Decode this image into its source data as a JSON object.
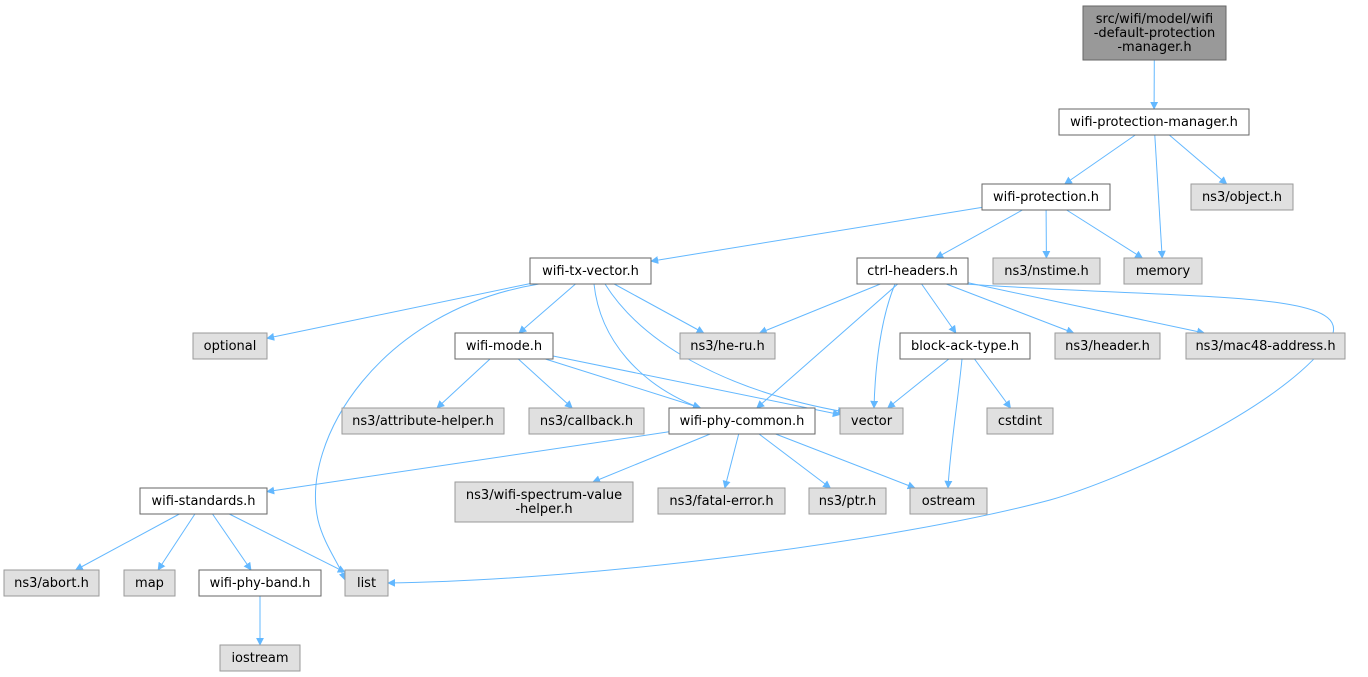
{
  "colors": {
    "root_fill": "#999999",
    "project_fill": "#ffffff",
    "system_fill": "#e0e0e0",
    "system_stroke": "#999999",
    "root_stroke": "#666666",
    "project_stroke": "#666666",
    "edge": "#63b8ff"
  },
  "nodes": [
    {
      "id": "root",
      "kind": "root",
      "lines": [
        "src/wifi/model/wifi",
        "-default-protection",
        "-manager.h"
      ]
    },
    {
      "id": "wpm",
      "kind": "project",
      "lines": [
        "wifi-protection-manager.h"
      ]
    },
    {
      "id": "wp",
      "kind": "project",
      "lines": [
        "wifi-protection.h"
      ]
    },
    {
      "id": "obj",
      "kind": "system",
      "lines": [
        "ns3/object.h"
      ]
    },
    {
      "id": "txv",
      "kind": "project",
      "lines": [
        "wifi-tx-vector.h"
      ]
    },
    {
      "id": "ctrl",
      "kind": "project",
      "lines": [
        "ctrl-headers.h"
      ]
    },
    {
      "id": "nstime",
      "kind": "system",
      "lines": [
        "ns3/nstime.h"
      ]
    },
    {
      "id": "memory",
      "kind": "system",
      "lines": [
        "memory"
      ]
    },
    {
      "id": "optional",
      "kind": "system",
      "lines": [
        "optional"
      ]
    },
    {
      "id": "mode",
      "kind": "project",
      "lines": [
        "wifi-mode.h"
      ]
    },
    {
      "id": "heru",
      "kind": "system",
      "lines": [
        "ns3/he-ru.h"
      ]
    },
    {
      "id": "bat",
      "kind": "project",
      "lines": [
        "block-ack-type.h"
      ]
    },
    {
      "id": "header",
      "kind": "system",
      "lines": [
        "ns3/header.h"
      ]
    },
    {
      "id": "mac48",
      "kind": "system",
      "lines": [
        "ns3/mac48-address.h"
      ]
    },
    {
      "id": "attr",
      "kind": "system",
      "lines": [
        "ns3/attribute-helper.h"
      ]
    },
    {
      "id": "callback",
      "kind": "system",
      "lines": [
        "ns3/callback.h"
      ]
    },
    {
      "id": "phy",
      "kind": "project",
      "lines": [
        "wifi-phy-common.h"
      ]
    },
    {
      "id": "vector",
      "kind": "system",
      "lines": [
        "vector"
      ]
    },
    {
      "id": "cstdint",
      "kind": "system",
      "lines": [
        "cstdint"
      ]
    },
    {
      "id": "std",
      "kind": "project",
      "lines": [
        "wifi-standards.h"
      ]
    },
    {
      "id": "spec",
      "kind": "system",
      "lines": [
        "ns3/wifi-spectrum-value",
        "-helper.h"
      ]
    },
    {
      "id": "fatal",
      "kind": "system",
      "lines": [
        "ns3/fatal-error.h"
      ]
    },
    {
      "id": "ptr",
      "kind": "system",
      "lines": [
        "ns3/ptr.h"
      ]
    },
    {
      "id": "ostream",
      "kind": "system",
      "lines": [
        "ostream"
      ]
    },
    {
      "id": "abort",
      "kind": "system",
      "lines": [
        "ns3/abort.h"
      ]
    },
    {
      "id": "map",
      "kind": "system",
      "lines": [
        "map"
      ]
    },
    {
      "id": "band",
      "kind": "project",
      "lines": [
        "wifi-phy-band.h"
      ]
    },
    {
      "id": "list",
      "kind": "system",
      "lines": [
        "list"
      ]
    },
    {
      "id": "iostream",
      "kind": "system",
      "lines": [
        "iostream"
      ]
    }
  ],
  "edges": [
    [
      "root",
      "wpm"
    ],
    [
      "wpm",
      "wp"
    ],
    [
      "wpm",
      "memory"
    ],
    [
      "wpm",
      "obj"
    ],
    [
      "wp",
      "txv"
    ],
    [
      "wp",
      "ctrl"
    ],
    [
      "wp",
      "nstime"
    ],
    [
      "wp",
      "memory"
    ],
    [
      "txv",
      "optional"
    ],
    [
      "txv",
      "mode"
    ],
    [
      "txv",
      "heru"
    ],
    [
      "txv",
      "phy"
    ],
    [
      "txv",
      "vector"
    ],
    [
      "txv",
      "list"
    ],
    [
      "ctrl",
      "heru"
    ],
    [
      "ctrl",
      "bat"
    ],
    [
      "ctrl",
      "header"
    ],
    [
      "ctrl",
      "mac48"
    ],
    [
      "ctrl",
      "phy"
    ],
    [
      "ctrl",
      "vector"
    ],
    [
      "ctrl",
      "list"
    ],
    [
      "mode",
      "attr"
    ],
    [
      "mode",
      "callback"
    ],
    [
      "mode",
      "phy"
    ],
    [
      "mode",
      "vector"
    ],
    [
      "bat",
      "vector"
    ],
    [
      "bat",
      "cstdint"
    ],
    [
      "bat",
      "ostream"
    ],
    [
      "phy",
      "std"
    ],
    [
      "phy",
      "spec"
    ],
    [
      "phy",
      "fatal"
    ],
    [
      "phy",
      "ptr"
    ],
    [
      "phy",
      "ostream"
    ],
    [
      "std",
      "abort"
    ],
    [
      "std",
      "map"
    ],
    [
      "std",
      "band"
    ],
    [
      "std",
      "list"
    ],
    [
      "band",
      "iostream"
    ]
  ]
}
